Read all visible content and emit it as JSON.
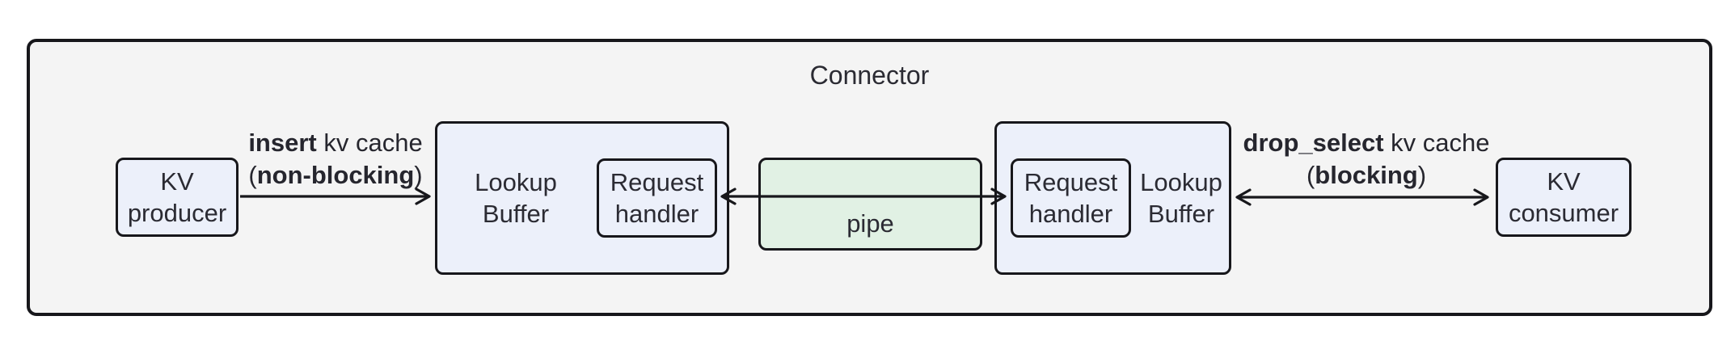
{
  "colors": {
    "page_background": "#ffffff",
    "container_fill": "#f4f4f4",
    "node_fill": "#ecf0fa",
    "pipe_fill": "#e1f1e4",
    "border": "#17171b",
    "text": "#2b2b33"
  },
  "container": {
    "title": "Connector"
  },
  "nodes": {
    "kv_producer": {
      "line1": "KV",
      "line2": "producer"
    },
    "lookup_buffer_left": {
      "line1": "Lookup",
      "line2": "Buffer"
    },
    "request_handler_left": {
      "line1": "Request",
      "line2": "handler"
    },
    "pipe": {
      "label": "pipe"
    },
    "request_handler_right": {
      "line1": "Request",
      "line2": "handler"
    },
    "lookup_buffer_right": {
      "line1": "Lookup",
      "line2": "Buffer"
    },
    "kv_consumer": {
      "line1": "KV",
      "line2": "consumer"
    }
  },
  "edges": {
    "insert": {
      "keyword": "insert",
      "rest": " kv cache",
      "paren_open": "(",
      "mode": "non-blocking",
      "paren_close": ")"
    },
    "drop_select": {
      "keyword": "drop_select",
      "rest": " kv cache",
      "paren_open": "(",
      "mode": "blocking",
      "paren_close": ")"
    }
  }
}
